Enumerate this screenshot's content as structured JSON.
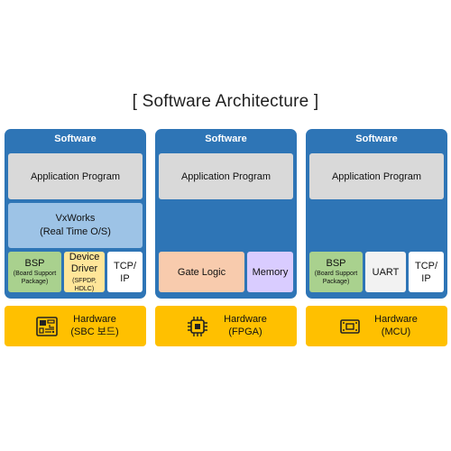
{
  "title": "[ Software Architecture ]",
  "columns": [
    {
      "header": "Software",
      "application": "Application Program",
      "os_name": "VxWorks",
      "os_desc": "(Real Time O/S)",
      "bsp_title": "BSP",
      "bsp_sub1": "(Board Support",
      "bsp_sub2": "Package)",
      "dd_title1": "Device",
      "dd_title2": "Driver",
      "dd_sub1": "(SFPDP,",
      "dd_sub2": "HDLC)",
      "tcp1": "TCP/",
      "tcp2": "IP",
      "hw_title": "Hardware",
      "hw_sub": "(SBC 보드)",
      "hw_icon": "circuit-board-icon"
    },
    {
      "header": "Software",
      "application": "Application Program",
      "gate_logic": "Gate Logic",
      "memory": "Memory",
      "hw_title": "Hardware",
      "hw_sub": "(FPGA)",
      "hw_icon": "chip-icon"
    },
    {
      "header": "Software",
      "application": "Application Program",
      "bsp_title": "BSP",
      "bsp_sub1": "(Board Support",
      "bsp_sub2": "Package)",
      "uart": "UART",
      "tcp1": "TCP/",
      "tcp2": "IP",
      "hw_title": "Hardware",
      "hw_sub": "(MCU)",
      "hw_icon": "mcu-icon"
    }
  ],
  "colors": {
    "column_bg": "#2e75b6",
    "application": "#d9d9d9",
    "os": "#9dc3e6",
    "bsp": "#a9d18e",
    "device_driver": "#ffe699",
    "gate_logic": "#f8cbad",
    "memory": "#d9ccff",
    "hardware": "#ffc000"
  }
}
